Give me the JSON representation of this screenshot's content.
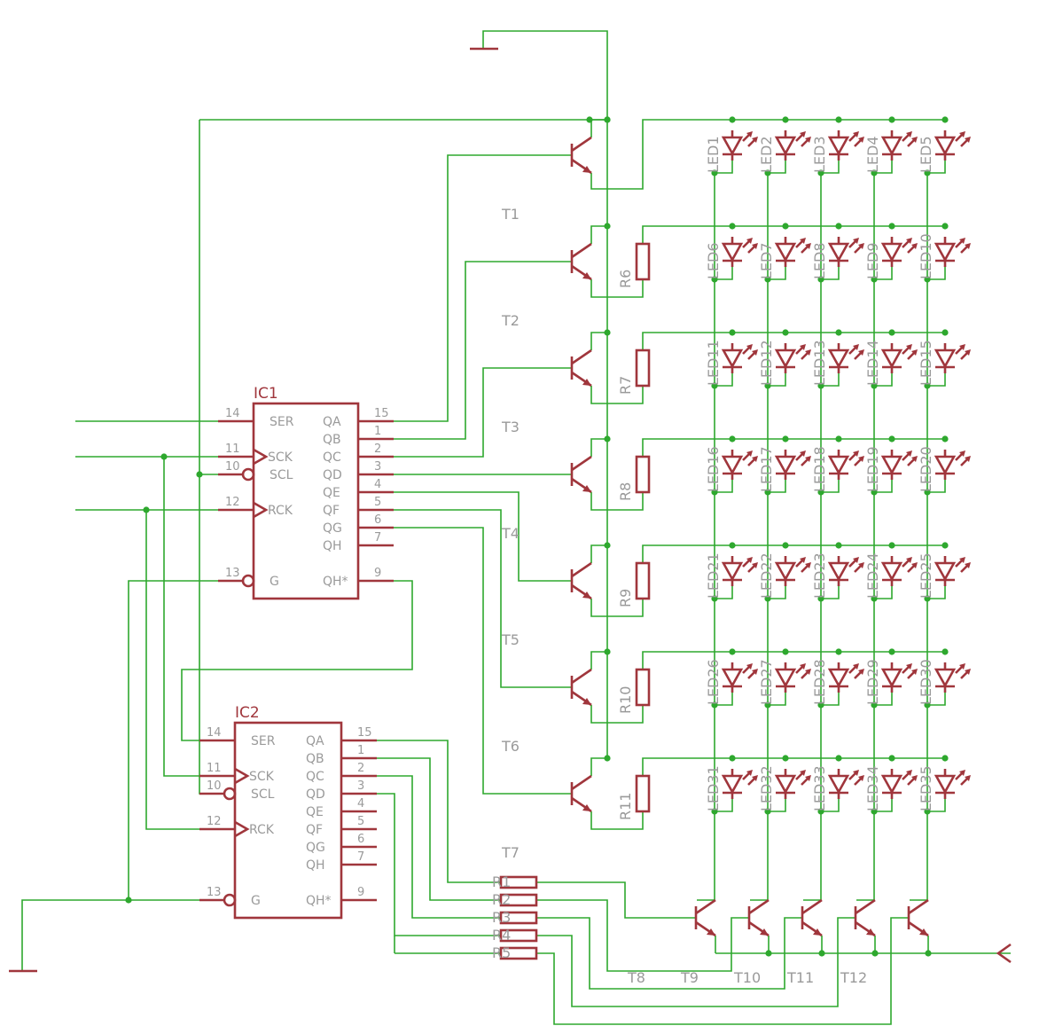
{
  "ics": [
    {
      "name": "IC1",
      "left_pins": [
        {
          "name": "SER",
          "num": "14"
        },
        {
          "name": "SCK",
          "num": "11"
        },
        {
          "name": "SCL",
          "num": "10"
        },
        {
          "name": "RCK",
          "num": "12"
        },
        {
          "name": "G",
          "num": "13"
        }
      ],
      "right_pins": [
        {
          "name": "QA",
          "num": "15"
        },
        {
          "name": "QB",
          "num": "1"
        },
        {
          "name": "QC",
          "num": "2"
        },
        {
          "name": "QD",
          "num": "3"
        },
        {
          "name": "QE",
          "num": "4"
        },
        {
          "name": "QF",
          "num": "5"
        },
        {
          "name": "QG",
          "num": "6"
        },
        {
          "name": "QH",
          "num": "7"
        },
        {
          "name": "QH*",
          "num": "9"
        }
      ]
    },
    {
      "name": "IC2",
      "left_pins": [
        {
          "name": "SER",
          "num": "14"
        },
        {
          "name": "SCK",
          "num": "11"
        },
        {
          "name": "SCL",
          "num": "10"
        },
        {
          "name": "RCK",
          "num": "12"
        },
        {
          "name": "G",
          "num": "13"
        }
      ],
      "right_pins": [
        {
          "name": "QA",
          "num": "15"
        },
        {
          "name": "QB",
          "num": "1"
        },
        {
          "name": "QC",
          "num": "2"
        },
        {
          "name": "QD",
          "num": "3"
        },
        {
          "name": "QE",
          "num": "4"
        },
        {
          "name": "QF",
          "num": "5"
        },
        {
          "name": "QG",
          "num": "6"
        },
        {
          "name": "QH",
          "num": "7"
        },
        {
          "name": "QH*",
          "num": "9"
        }
      ]
    }
  ],
  "row_transistors": [
    "T1",
    "T2",
    "T3",
    "T4",
    "T5",
    "T6",
    "T7"
  ],
  "row_resistors": [
    "R6",
    "R7",
    "R8",
    "R9",
    "R10",
    "R11"
  ],
  "column_transistors": [
    "T8",
    "T9",
    "T10",
    "T11",
    "T12"
  ],
  "column_resistors": [
    "R1",
    "R2",
    "R3",
    "R4",
    "R5"
  ],
  "leds": [
    [
      "LED1",
      "LED2",
      "LED3",
      "LED4",
      "LED5"
    ],
    [
      "LED6",
      "LED7",
      "LED8",
      "LED9",
      "LED10"
    ],
    [
      "LED11",
      "LED12",
      "LED13",
      "LED14",
      "LED15"
    ],
    [
      "LED16",
      "LED17",
      "LED18",
      "LED19",
      "LED20"
    ],
    [
      "LED21",
      "LED22",
      "LED23",
      "LED24",
      "LED25"
    ],
    [
      "LED26",
      "LED27",
      "LED28",
      "LED29",
      "LED30"
    ],
    [
      "LED31",
      "LED32",
      "LED33",
      "LED34",
      "LED35"
    ]
  ],
  "colors": {
    "wire": "#2ea82e",
    "part": "#a0363c",
    "label": "#9a9a9a"
  }
}
